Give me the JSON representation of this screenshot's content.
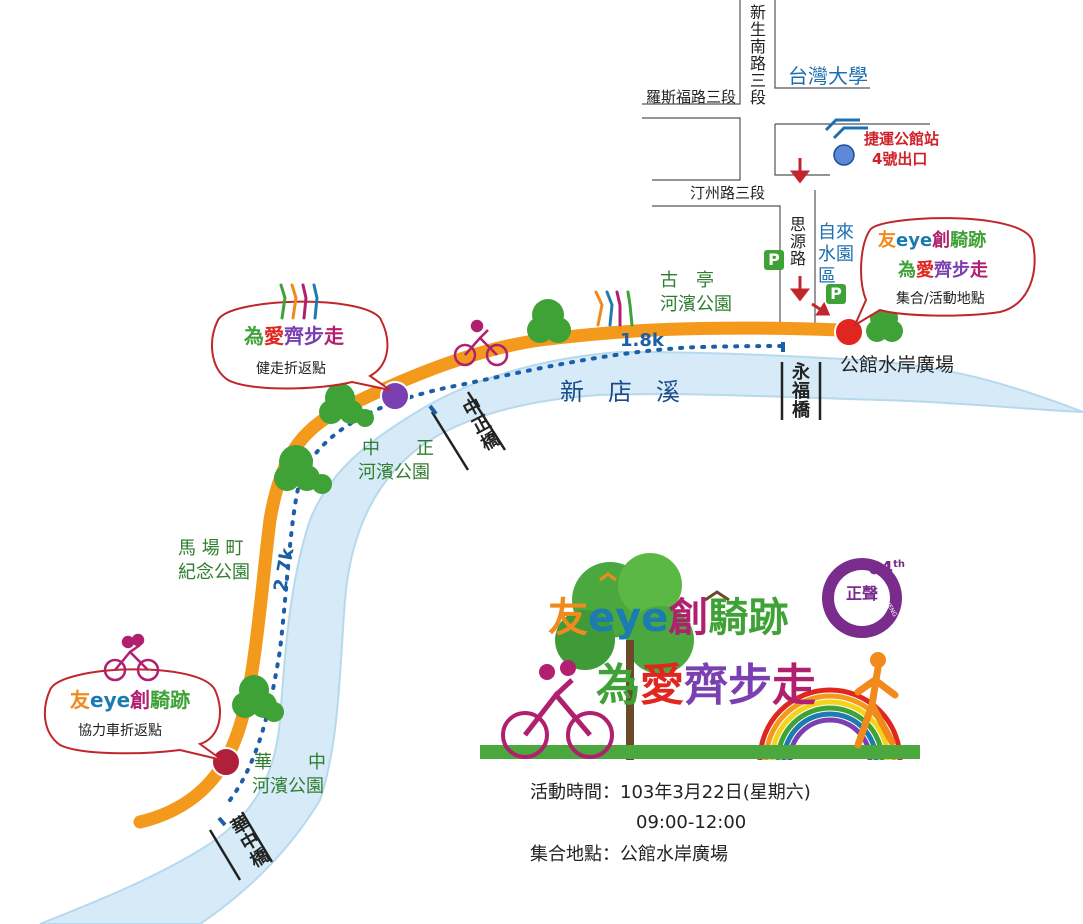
{
  "streets": {
    "xinsheng": "新生南路三段",
    "roosevelt": "羅斯福路三段",
    "tingzhou": "汀州路三段",
    "siyuan": "思源路"
  },
  "places": {
    "ntu": "台灣大學",
    "mrt_station": "捷運公館站",
    "mrt_exit": "4號出口",
    "water_park": "自來水園區",
    "guting_park": "古　亭",
    "guting_park2": "河濱公園",
    "zhongzheng_park": "中　　正",
    "zhongzheng_park2": "河濱公園",
    "machangding": "馬 場 町",
    "machangding2": "紀念公園",
    "huazhong_park": "華　　中",
    "huazhong_park2": "河濱公園",
    "plaza": "公館水岸廣場",
    "river": "新　店　溪"
  },
  "bridges": {
    "yongfu": "永福橋",
    "zhongzheng": "中正橋",
    "huazhong": "華中橋"
  },
  "distances": {
    "short": "1.8k",
    "long": "2.7k"
  },
  "parking_label": "P",
  "bubbles": {
    "meeting": {
      "line1a": "友",
      "line1b": "eye",
      "line1c": "創",
      "line1d": "騎跡",
      "line2a": "為",
      "line2b": "愛",
      "line2c": "齊步",
      "line2d": "走",
      "sub": "集合/活動地點"
    },
    "walk": {
      "line2a": "為",
      "line2b": "愛",
      "line2c": "齊步",
      "line2d": "走",
      "sub": "健走折返點"
    },
    "bike": {
      "line1a": "友",
      "line1b": "eye",
      "line1c": "創",
      "line1d": "騎跡",
      "sub": "協力車折返點"
    }
  },
  "logo": {
    "line1a": "友",
    "line1b": "eye",
    "line1c": "創",
    "line1d": "騎跡",
    "line2a": "為",
    "line2b": "愛",
    "line2c": "齊步",
    "line2d": "走",
    "badge_num": "64",
    "badge_sup": "th",
    "badge_main": "正聲",
    "badge_ring_top": "BROADCASTING CORP.",
    "badge_ring_bottom": "CHENGSHENG"
  },
  "event": {
    "time_label": "活動時間：",
    "time_date": "103年3月22日(星期六)",
    "time_hours": "09:00-12:00",
    "place_label": "集合地點：",
    "place_value": "公館水岸廣場"
  },
  "colors": {
    "route": "#f3991c",
    "river": "#d6ebf7",
    "river_edge": "#b7d9ee",
    "dotted": "#1c5fa8",
    "tree": "#3fa236",
    "bubble_border": "#c0262b",
    "magenta": "#b0206e",
    "orange": "#f08a1c",
    "green_text": "#2f7d2f",
    "blue_text": "#1d6fb0"
  }
}
